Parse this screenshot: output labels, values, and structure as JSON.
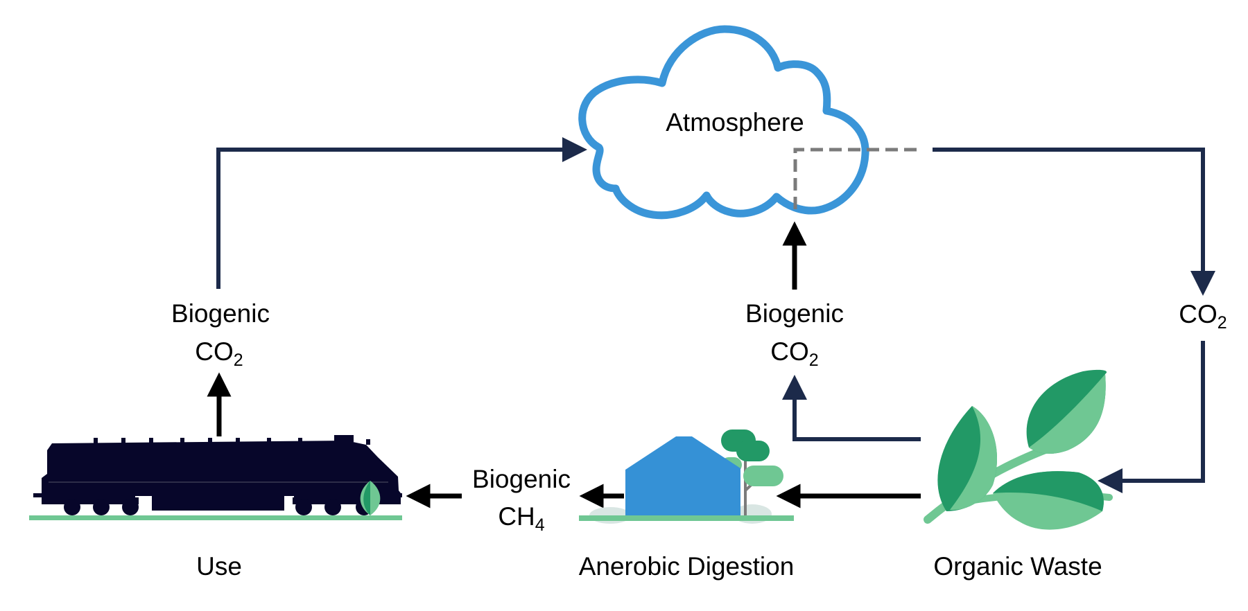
{
  "diagram": {
    "nodes": {
      "atmosphere": "Atmosphere",
      "use": "Use",
      "digestion": "Anerobic Digestion",
      "waste": "Organic Waste"
    },
    "flows": {
      "left_co2": {
        "word": "Biogenic",
        "base": "CO",
        "sub": "2"
      },
      "middle_co2": {
        "word": "Biogenic",
        "base": "CO",
        "sub": "2"
      },
      "right_co2": {
        "base": "CO",
        "sub": "2"
      },
      "ch4": {
        "word": "Biogenic",
        "base": "CH",
        "sub": "4"
      }
    }
  },
  "colors": {
    "cloud_outline": "#3a95d8",
    "flow_line": "#1c2a4a",
    "arrow_black": "#000000",
    "dashed_line": "#7b7b7b",
    "leaf_dark": "#229966",
    "leaf_light": "#6fc793",
    "ground": "#6fc793",
    "building": "#3591d6",
    "train": "#07062a"
  },
  "icons": {
    "cloud": "cloud-icon",
    "train": "locomotive-icon",
    "digester": "digester-building-icon",
    "leaves": "leaves-icon"
  }
}
